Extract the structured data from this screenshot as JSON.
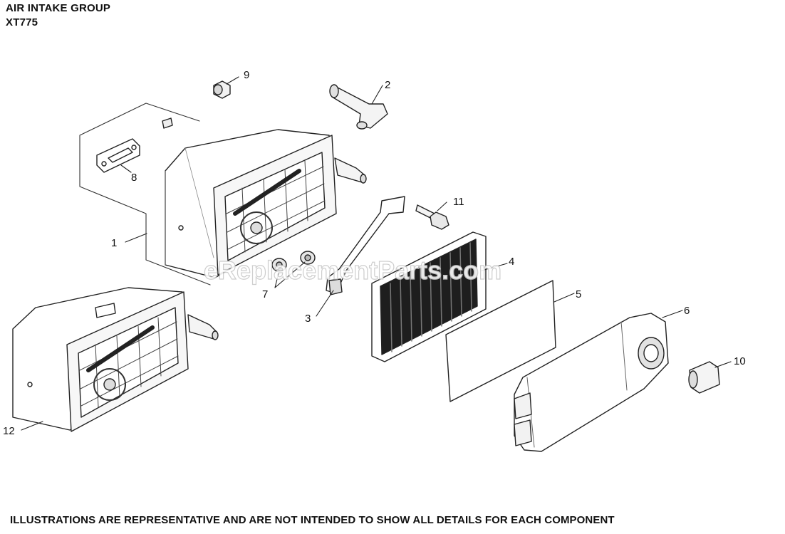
{
  "header": {
    "title": "AIR INTAKE GROUP",
    "subtitle": "XT775"
  },
  "callouts": {
    "c1": "1",
    "c2": "2",
    "c3": "3",
    "c4": "4",
    "c5": "5",
    "c6": "6",
    "c7": "7",
    "c8": "8",
    "c9": "9",
    "c10": "10",
    "c11": "11",
    "c12": "12"
  },
  "watermark": "eReplacementParts.com",
  "footer": "ILLUSTRATIONS ARE REPRESENTATIVE AND ARE NOT INTENDED TO SHOW ALL DETAILS FOR EACH COMPONENT"
}
